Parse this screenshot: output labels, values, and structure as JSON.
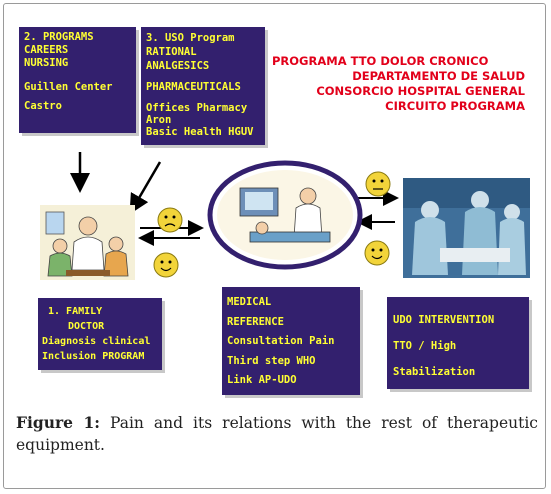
{
  "programs_box": {
    "lines": [
      "2. PROGRAMS",
      "CAREERS",
      "NURSING",
      "Guillen Center",
      "Castro"
    ]
  },
  "uso_box": {
    "lines": [
      "3. USO Program",
      "RATIONAL",
      "ANALGESICS",
      "PHARMACEUTICALS",
      "Offices Pharmacy",
      "Aron",
      "Basic Health HGUV"
    ]
  },
  "title": {
    "lines": [
      "PROGRAMA  TTO DOLOR CRONICO",
      "DEPARTAMENTO  DE SALUD",
      "CONSORCIO  HOSPITAL GENERAL",
      "CIRCUITO  PROGRAMA"
    ]
  },
  "family_box": {
    "lines": [
      "1. FAMILY",
      "DOCTOR",
      "Diagnosis clinical",
      "Inclusion PROGRAM"
    ]
  },
  "medical_box": {
    "lines": [
      "MEDICAL",
      "REFERENCE",
      "Consultation Pain",
      "Third step WHO",
      "Link AP-UDO"
    ]
  },
  "udo_box": {
    "lines": [
      "UDO INTERVENTION",
      "TTO / High",
      "Stabilization"
    ]
  },
  "caption": {
    "label": "Figure 1:",
    "text": "Pain and its relations with the rest of therapeutic equipment."
  },
  "colors": {
    "box_bg": "#33206e",
    "box_text": "#ffff33",
    "title_red": "#e2001a",
    "face": "#f2d43a"
  }
}
